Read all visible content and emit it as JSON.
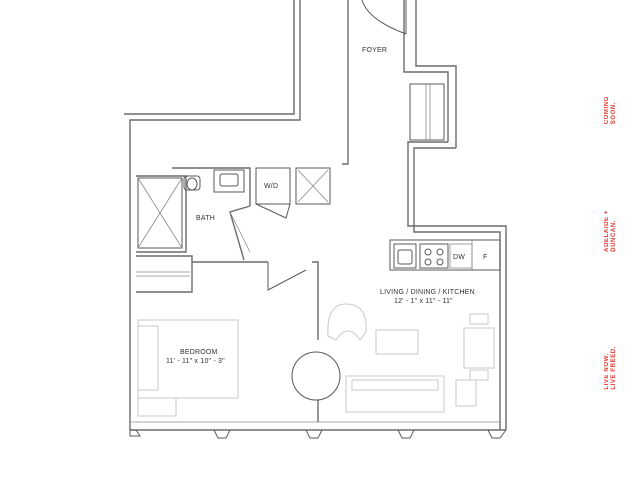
{
  "rooms": {
    "foyer": "FOYER",
    "bath": "BATH",
    "wd": "W/D",
    "dw": "DW",
    "fridge": "F",
    "living_name": "LIVING / DINING / KITCHEN",
    "living_dims": "12' - 1\" x 11\" - 11\"",
    "bedroom_name": "BEDROOM",
    "bedroom_dims": "11' - 11\" x 10\" - 3\""
  },
  "sidebar": {
    "coming_soon": [
      "COMING",
      "SOON."
    ],
    "location": [
      "ADELAIDE +",
      "DUNCAN."
    ],
    "tagline": [
      "LIVE NOW.",
      "LIVE FREED."
    ]
  },
  "colors": {
    "accent": "#e0352b",
    "wall": "#6b6b6b",
    "furniture": "#c9c9c9"
  }
}
